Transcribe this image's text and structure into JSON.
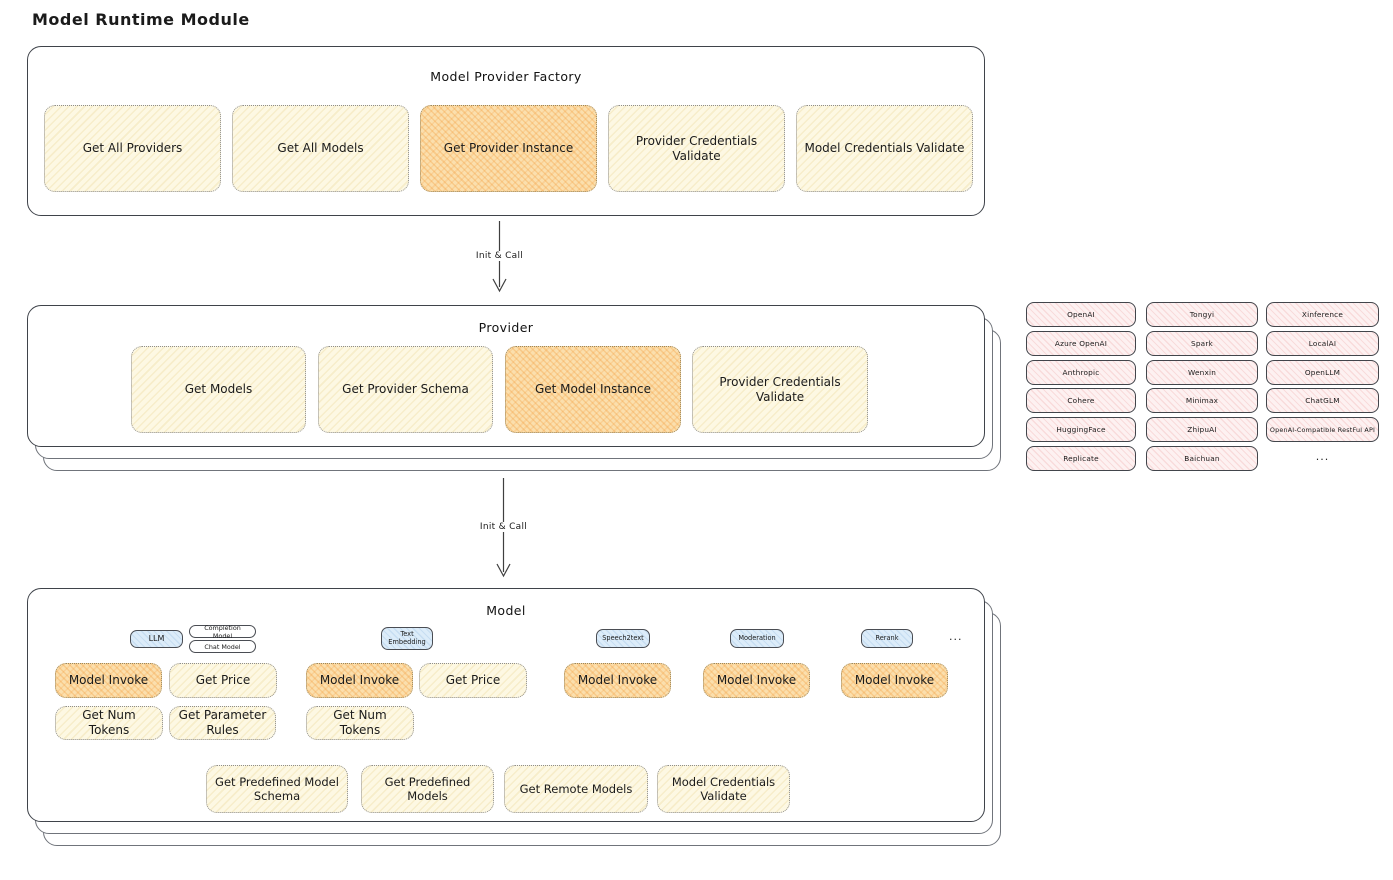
{
  "diagram_title": "Model Runtime Module",
  "flow": {
    "arrow1_label": "Init & Call",
    "arrow2_label": "Init & Call"
  },
  "factory": {
    "title": "Model Provider Factory",
    "items": [
      {
        "label": "Get All Providers",
        "highlight": false
      },
      {
        "label": "Get All Models",
        "highlight": false
      },
      {
        "label": "Get Provider Instance",
        "highlight": true
      },
      {
        "label": "Provider Credentials Validate",
        "highlight": false
      },
      {
        "label": "Model Credentials Validate",
        "highlight": false
      }
    ]
  },
  "provider": {
    "title": "Provider",
    "items": [
      {
        "label": "Get Models",
        "highlight": false
      },
      {
        "label": "Get Provider Schema",
        "highlight": false
      },
      {
        "label": "Get Model Instance",
        "highlight": true
      },
      {
        "label": "Provider Credentials Validate",
        "highlight": false
      }
    ]
  },
  "provider_list": {
    "names": [
      "OpenAI",
      "Tongyi",
      "Xinference",
      "Azure OpenAI",
      "Spark",
      "LocalAI",
      "Anthropic",
      "Wenxin",
      "OpenLLM",
      "Cohere",
      "Minimax",
      "ChatGLM",
      "HuggingFace",
      "ZhipuAI",
      "OpenAI-Compatible RestFul API",
      "Replicate",
      "Baichuan"
    ],
    "more": "..."
  },
  "model": {
    "title": "Model",
    "model_types": [
      "LLM",
      "Completion Model",
      "Chat Model",
      "Text Embedding",
      "Speech2text",
      "Moderation",
      "Rerank"
    ],
    "more": "...",
    "llm_ops": [
      "Model Invoke",
      "Get Price",
      "Get Num Tokens",
      "Get Parameter Rules"
    ],
    "embedding_ops": [
      "Model Invoke",
      "Get Price",
      "Get Num Tokens"
    ],
    "speech2text_ops": [
      "Model Invoke"
    ],
    "moderation_ops": [
      "Model Invoke"
    ],
    "rerank_ops": [
      "Model Invoke"
    ],
    "common_ops": [
      "Get Predefined Model Schema",
      "Get Predefined Models",
      "Get Remote Models",
      "Model Credentials Validate"
    ]
  },
  "colors": {
    "box_border": "#3f434a",
    "yellow_light": "#fdf8e3",
    "yellow_highlight": "#fbdfad",
    "pink": "#fdf1f1",
    "blue": "#dcecf9"
  }
}
